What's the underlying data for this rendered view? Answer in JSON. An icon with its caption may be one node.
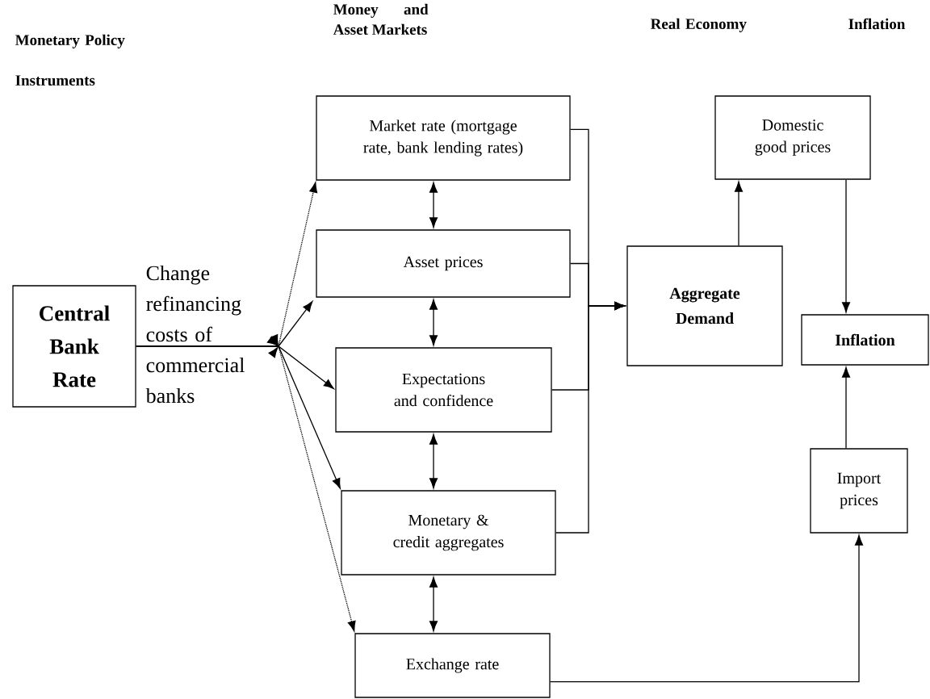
{
  "diagram": {
    "nodes": [
      {
        "text": [
          "Central Bank Rate"
        ]
      },
      {
        "text": [
          "Market rate (mortgage rate, bank lending rates)"
        ]
      },
      {
        "text": [
          "Asset prices"
        ]
      },
      {
        "text": [
          "Expectations and confidence"
        ]
      },
      {
        "text": [
          "Monetary & credit aggregates"
        ]
      },
      {
        "text": [
          "Exchange rate"
        ]
      },
      {
        "text": [
          "Aggregate Demand"
        ]
      },
      {
        "text": [
          "Domestic good prices"
        ]
      },
      {
        "text": [
          "Inflation"
        ]
      },
      {
        "text": [
          "Import prices"
        ]
      }
    ],
    "edges": [
      {
        "from": 0,
        "to": 2,
        "arrow": "to",
        "label": "Change refinancing costs of commercial banks"
      },
      {
        "from": 0,
        "to": 3,
        "arrow": "to"
      },
      {
        "from": 0,
        "to": 4,
        "arrow": "to"
      },
      {
        "from": null,
        "to": 1,
        "arrow": "to",
        "style": "dashed"
      },
      {
        "from": null,
        "to": 5,
        "arrow": "to",
        "style": "dashed"
      },
      {
        "from": 1,
        "to": 2,
        "arrow": "both"
      },
      {
        "from": 2,
        "to": 3,
        "arrow": "both"
      },
      {
        "from": 3,
        "to": 4,
        "arrow": "both"
      },
      {
        "from": 4,
        "to": 5,
        "arrow": "both"
      },
      {
        "from": 1,
        "to": 6,
        "arrow": "to"
      },
      {
        "from": 2,
        "to": 6,
        "arrow": "to"
      },
      {
        "from": 3,
        "to": 6,
        "arrow": "to"
      },
      {
        "from": 4,
        "to": 6,
        "arrow": "to"
      },
      {
        "from": 6,
        "to": 7,
        "arrow": "to"
      },
      {
        "from": 7,
        "to": 8,
        "arrow": "to"
      },
      {
        "from": 9,
        "to": 8,
        "arrow": "to"
      },
      {
        "from": 5,
        "to": 9,
        "arrow": "to"
      }
    ],
    "labels": [
      "Monetary Policy Instruments",
      "Money and Asset Markets",
      "Real Economy",
      "Inflation"
    ]
  }
}
